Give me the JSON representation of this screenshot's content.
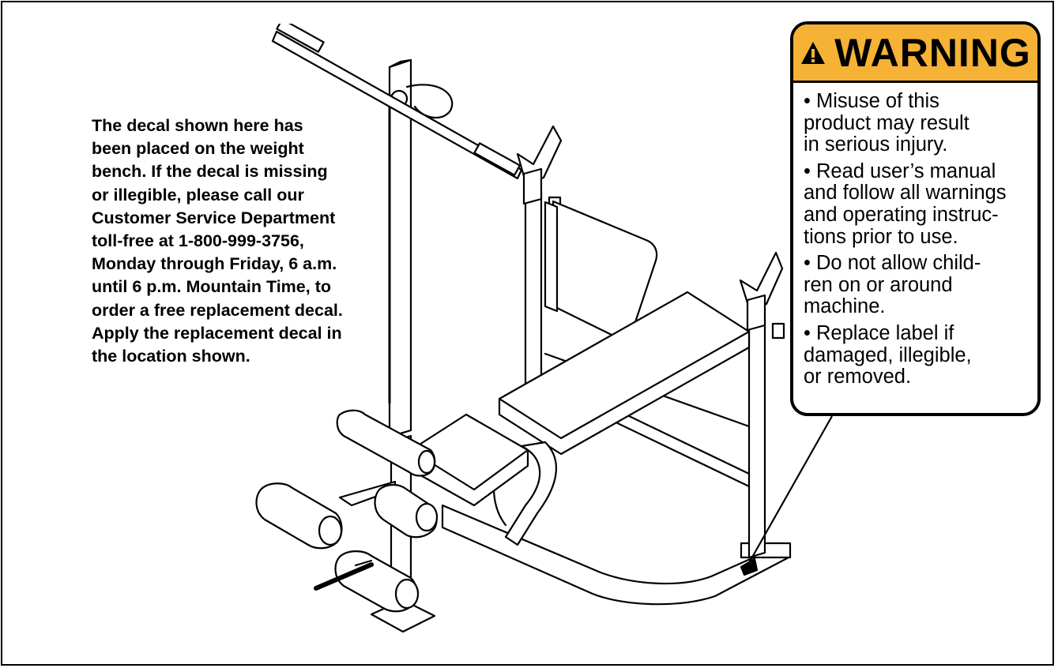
{
  "intro_text": "The decal shown here has\nbeen placed on the weight\nbench. If the decal is missing\nor illegible, please call our\nCustomer Service Department\ntoll-free at 1-800-999-3756,\nMonday through Friday, 6 a.m.\nuntil 6 p.m. Mountain Time, to\norder a free replacement decal.\nApply the replacement decal in\nthe location shown.",
  "warning": {
    "title": "WARNING",
    "header_color": "#f5b235",
    "icon": "warning-triangle-icon",
    "items": [
      "• Misuse of this\nproduct may result\nin serious injury.",
      "• Read user’s manual\nand follow all warnings\nand operating instruc-\ntions prior to use.",
      "• Do not allow child-\nren on or around\nmachine.",
      "• Replace label if\ndamaged, illegible,\nor removed."
    ]
  }
}
